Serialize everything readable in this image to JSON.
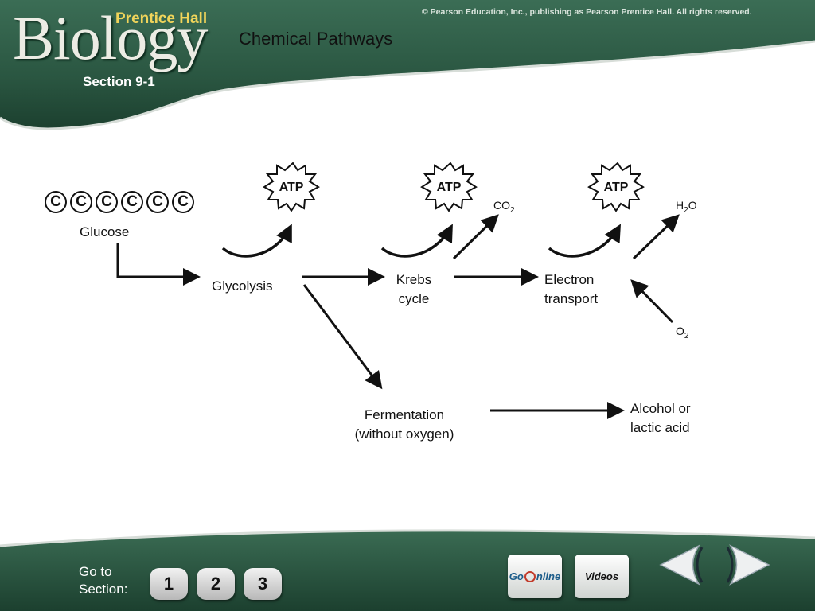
{
  "header": {
    "logo_small": "Prentice Hall",
    "logo_large": "Biology",
    "copyright": "© Pearson Education, Inc., publishing as Pearson Prentice Hall. All rights reserved.",
    "title": "Chemical Pathways",
    "section": "Section 9-1"
  },
  "diagram": {
    "carbon_label": "C",
    "atp_label": "ATP",
    "glucose": "Glucose",
    "glycolysis": "Glycolysis",
    "krebs_line1": "Krebs",
    "krebs_line2": "cycle",
    "electron_line1": "Electron",
    "electron_line2": "transport",
    "co2": "CO",
    "h2o_h": "H",
    "h2o_o": "O",
    "o2": "O",
    "subscript_2": "2",
    "fermentation_line1": "Fermentation",
    "fermentation_line2": "(without oxygen)",
    "product_line1": "Alcohol or",
    "product_line2": "lactic acid"
  },
  "footer": {
    "goto_line1": "Go to",
    "goto_line2": "Section:",
    "section_buttons": [
      "1",
      "2",
      "3"
    ],
    "go_online_left": "Go",
    "go_online_right": "nline",
    "videos": "Videos",
    "nav_icons": [
      "previous-arrow-icon",
      "next-arrow-icon"
    ]
  },
  "colors": {
    "band_green": "#2c5b45",
    "band_dark": "#173a2a",
    "logo_gold": "#f0d45a"
  }
}
